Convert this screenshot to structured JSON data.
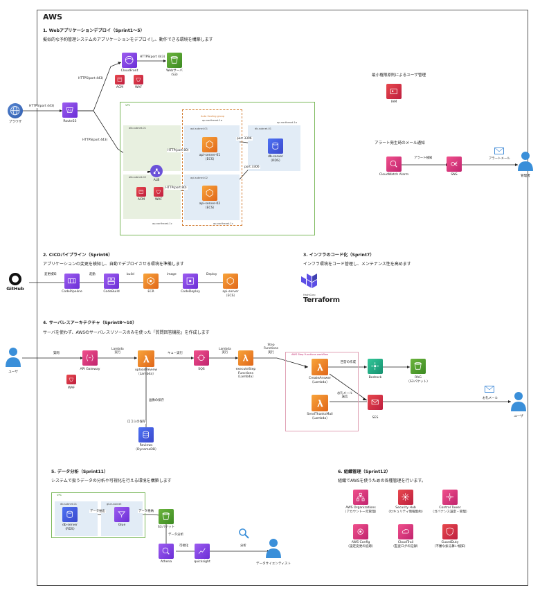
{
  "aws_title": "AWS",
  "sections": {
    "s1": {
      "title": "1. Webアプリケーションデプロイ（Sprint1〜5）",
      "desc": "擬似的な予約管理システムのアプリケーションをデプロイし、動作できる環境を構築します"
    },
    "s2": {
      "title": "2. CICDパイプライン（Sprint6）",
      "desc": "アプリケーションの変更を検知し、自動でデプロイさせる環境を準備します"
    },
    "s3": {
      "title": "3. インフラのコード化（Sprint7）",
      "desc": "インフラ環境をコード管理し、メンテナンス性を高めます"
    },
    "s4": {
      "title": "4. サーバレスアーキテクチャ（Sprint8〜10）",
      "desc": "サーバを使わず、AWSのサーバレスリソースのみを使った「質問回答機能」を作成します"
    },
    "s5": {
      "title": "5. データ分析（Sprint11）",
      "desc": "システムで扱うデータの分析や可視化を行える環境を構築します"
    },
    "s6": {
      "title": "6. 組織管理（Sprint12）",
      "desc": "組織でAWSを使うための各種管理を行います。"
    }
  },
  "s1": {
    "browser": "ブラウザ",
    "route53": "Route53",
    "cloudfront": "CloudFront",
    "web_server": "Webサーバ\n（S3）",
    "acm": "ACM",
    "waf": "WAF",
    "vpc": "VPC",
    "az_1a": "ap-northeast-1a",
    "az_1c": "ap-northeast-1c",
    "asg": "Auto Scaling group",
    "alb_subnet_01": "alb-subnet-01",
    "alb_subnet_02": "alb-subnet-02",
    "api_subnet_01": "api-subnet-01",
    "api_subnet_02": "api-subnet-02",
    "db_subnet_01": "db-subnet-01",
    "alb": "ALB",
    "acm2": "ACM",
    "waf2": "WAF",
    "api_server_01": "api-server-01\n（ECS）",
    "api_server_02": "api-server-02\n（ECS）",
    "db_server": "db-server\n（RDS）",
    "edge_https_443_a": "HTTPS(port 443)",
    "edge_https_443_b": "HTTPS(port 443)",
    "edge_https_443_c": "HTTPS(port 443)",
    "edge_https_443_d": "HTTPS(port 443)",
    "edge_http_80_a": "HTTP(port 80)",
    "edge_http_80_b": "HTTP(port 80)",
    "edge_port_3306_a": "port 3306",
    "edge_port_3306_b": "port 3306"
  },
  "iam_area": {
    "title": "最小権限原則によるユーザ管理",
    "iam": "IAM",
    "alert_title": "アラート発生時のメール通知",
    "cloudwatch": "CloudWatch Alarm",
    "sns": "SNS",
    "admin": "管理者",
    "edge_alert": "アラート検知",
    "edge_mail": "アラートメール"
  },
  "s2": {
    "github": "GitHub",
    "codepipeline": "CodePipeline",
    "codebuild": "CodeBuild",
    "ecr": "ECR",
    "codedeploy": "CodeDeploy",
    "api_server": "api-server\n（ECS）",
    "edge_change": "変更検知",
    "edge_start": "起動",
    "edge_build": "build",
    "edge_image": "image",
    "edge_deploy": "Deploy"
  },
  "s3": {
    "hashicorp": "HashiCorp",
    "terraform": "Terraform"
  },
  "s4": {
    "user": "ユーザ",
    "user2": "ユーザ",
    "api_gateway": "API Gateway",
    "waf": "WAF",
    "upload_review": "uploadReview\n（Lambda）",
    "sqs": "SQS",
    "execute_sf": "executeStep\nFunctions\n（Lambda）",
    "sf_workflow": "AWS Step Functions workflow",
    "create_answer": "CreateAnswer\n（Lambda）",
    "send_thanks": "SendThanksMail\n（Lambda）",
    "bedrock": "Bedrock",
    "rag": "RAG\n（S3バケット）",
    "ses": "SES",
    "reviews": "Reviews\n（DynamoDB）",
    "edge_question": "質問",
    "edge_lambda_exec": "Lambda\n実行",
    "edge_queue_exec": "キュー実行",
    "edge_lambda_exec2": "Lambda\n実行",
    "edge_sf_exec": "Step\nFunctions\n実行",
    "edge_answer_create": "回答の作成",
    "edge_thanks_send": "お礼メール\n送信",
    "edge_thanks_mail": "お礼メール",
    "edge_image_save": "画像の保存",
    "edge_review_save": "口コミの保存"
  },
  "s5": {
    "vpc": "VPC",
    "db_subnet": "db-subnet-01",
    "glue_subnet": "glue-subnet",
    "db_server": "db-server\n（RDS）",
    "glue": "Glue",
    "s3_bucket": "S3バケット",
    "athena": "Athena",
    "quicksight": "quicksight",
    "data_scientist": "データサイエンティスト",
    "edge_extract": "データ抽出",
    "edge_store": "データ格納",
    "edge_analyze": "データ分析",
    "edge_visualize": "可視化",
    "edge_analysis": "分析"
  },
  "s6": {
    "organizations": "AWS Organizations\n（アカウント一元管理）",
    "security_hub": "Security Hub\n（セキュリティ情報集約）",
    "control_tower": "Control Tower\n（ガバナンス設定・管理）",
    "config": "AWS Config\n（設定変更の追跡）",
    "cloudtrail": "CloudTrail\n（監査ログの記録）",
    "guardduty": "GuardDuty\n（不審な振る舞い検知）"
  }
}
